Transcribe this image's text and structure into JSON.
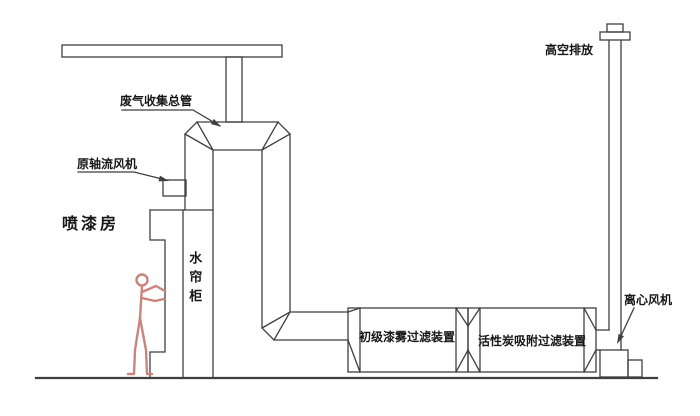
{
  "diagram": {
    "labels": {
      "exhaust_main": "废气收集总管",
      "axial_fan": "原轴流风机",
      "spray_room": "喷漆房",
      "water_curtain": "水帘柜",
      "primary_filter": "初级漆雾过滤装置",
      "carbon_filter": "活性炭吸附过滤装置",
      "high_discharge": "高空排放",
      "centrifugal_fan": "离心风机"
    },
    "colors": {
      "line": "#3f3f3f",
      "text": "#161616",
      "person": "#c9857c",
      "background": "#ffffff"
    }
  }
}
